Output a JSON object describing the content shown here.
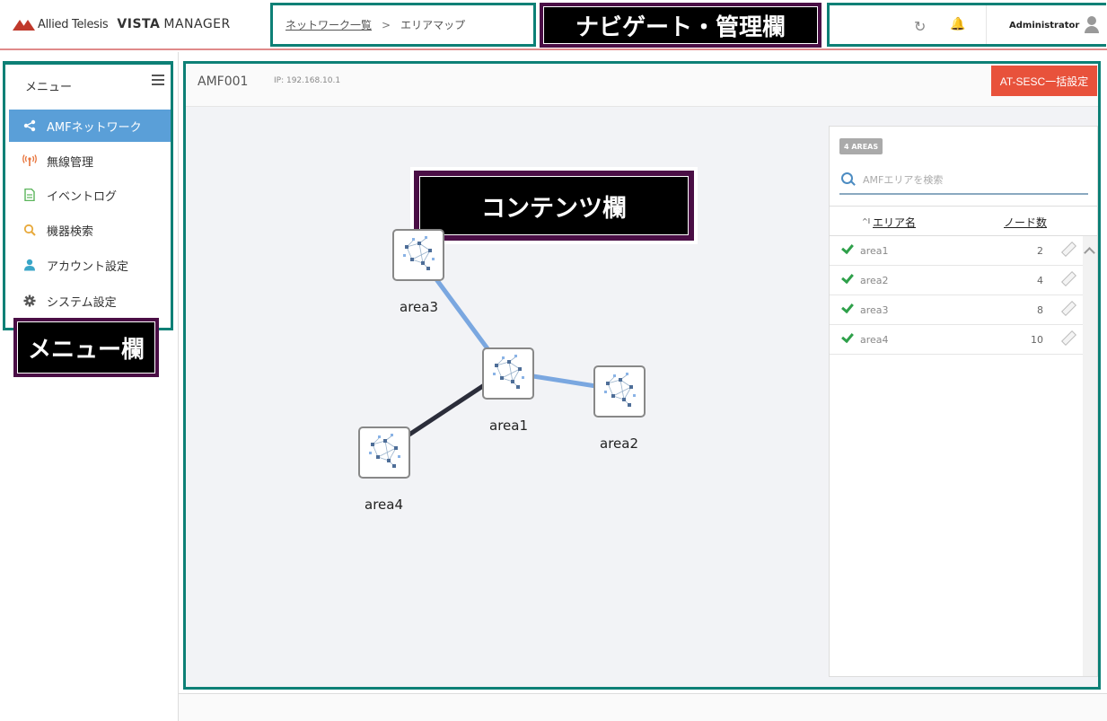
{
  "header": {
    "brand": "Allied Telesis",
    "product_vista": "VISTA",
    "product_manager": "MANAGER",
    "breadcrumb": {
      "parent": "ネットワーク一覧",
      "separator": ">",
      "current": "エリアマップ"
    },
    "user": "Administrator"
  },
  "annotations": {
    "nav": "ナビゲート・管理欄",
    "menu": "メニュー欄",
    "content": "コンテンツ欄"
  },
  "sidebar": {
    "title": "メニュー",
    "items": [
      {
        "label": "AMFネットワーク",
        "icon": "share-icon",
        "color": "#ffffff",
        "active": true
      },
      {
        "label": "無線管理",
        "icon": "wireless-icon",
        "color": "#e8743b",
        "active": false
      },
      {
        "label": "イベントログ",
        "icon": "document-icon",
        "color": "#5bb55b",
        "active": false
      },
      {
        "label": "機器検索",
        "icon": "search-icon",
        "color": "#e8a93b",
        "active": false
      },
      {
        "label": "アカウント設定",
        "icon": "user-icon",
        "color": "#3aa6c8",
        "active": false
      },
      {
        "label": "システム設定",
        "icon": "gear-icon",
        "color": "#555555",
        "active": false
      }
    ]
  },
  "main": {
    "device": "AMF001",
    "ip": "IP: 192.168.10.1",
    "action_button": "AT-SESC一括設定"
  },
  "map": {
    "nodes": [
      {
        "name": "area1"
      },
      {
        "name": "area2"
      },
      {
        "name": "area3"
      },
      {
        "name": "area4"
      }
    ]
  },
  "panel": {
    "count_badge": "4 AREAS",
    "search_placeholder": "AMFエリアを検索",
    "sort_icon": "^I",
    "col_area": "エリア名",
    "col_nodes": "ノード数",
    "rows": [
      {
        "name": "area1",
        "count": "2"
      },
      {
        "name": "area2",
        "count": "4"
      },
      {
        "name": "area3",
        "count": "8"
      },
      {
        "name": "area4",
        "count": "10"
      }
    ]
  },
  "colors": {
    "accent": "#5a9fd8",
    "frame": "#0d8076",
    "action": "#e8523b",
    "link_light": "#7aa7e0",
    "link_dark": "#2b2d3a"
  }
}
